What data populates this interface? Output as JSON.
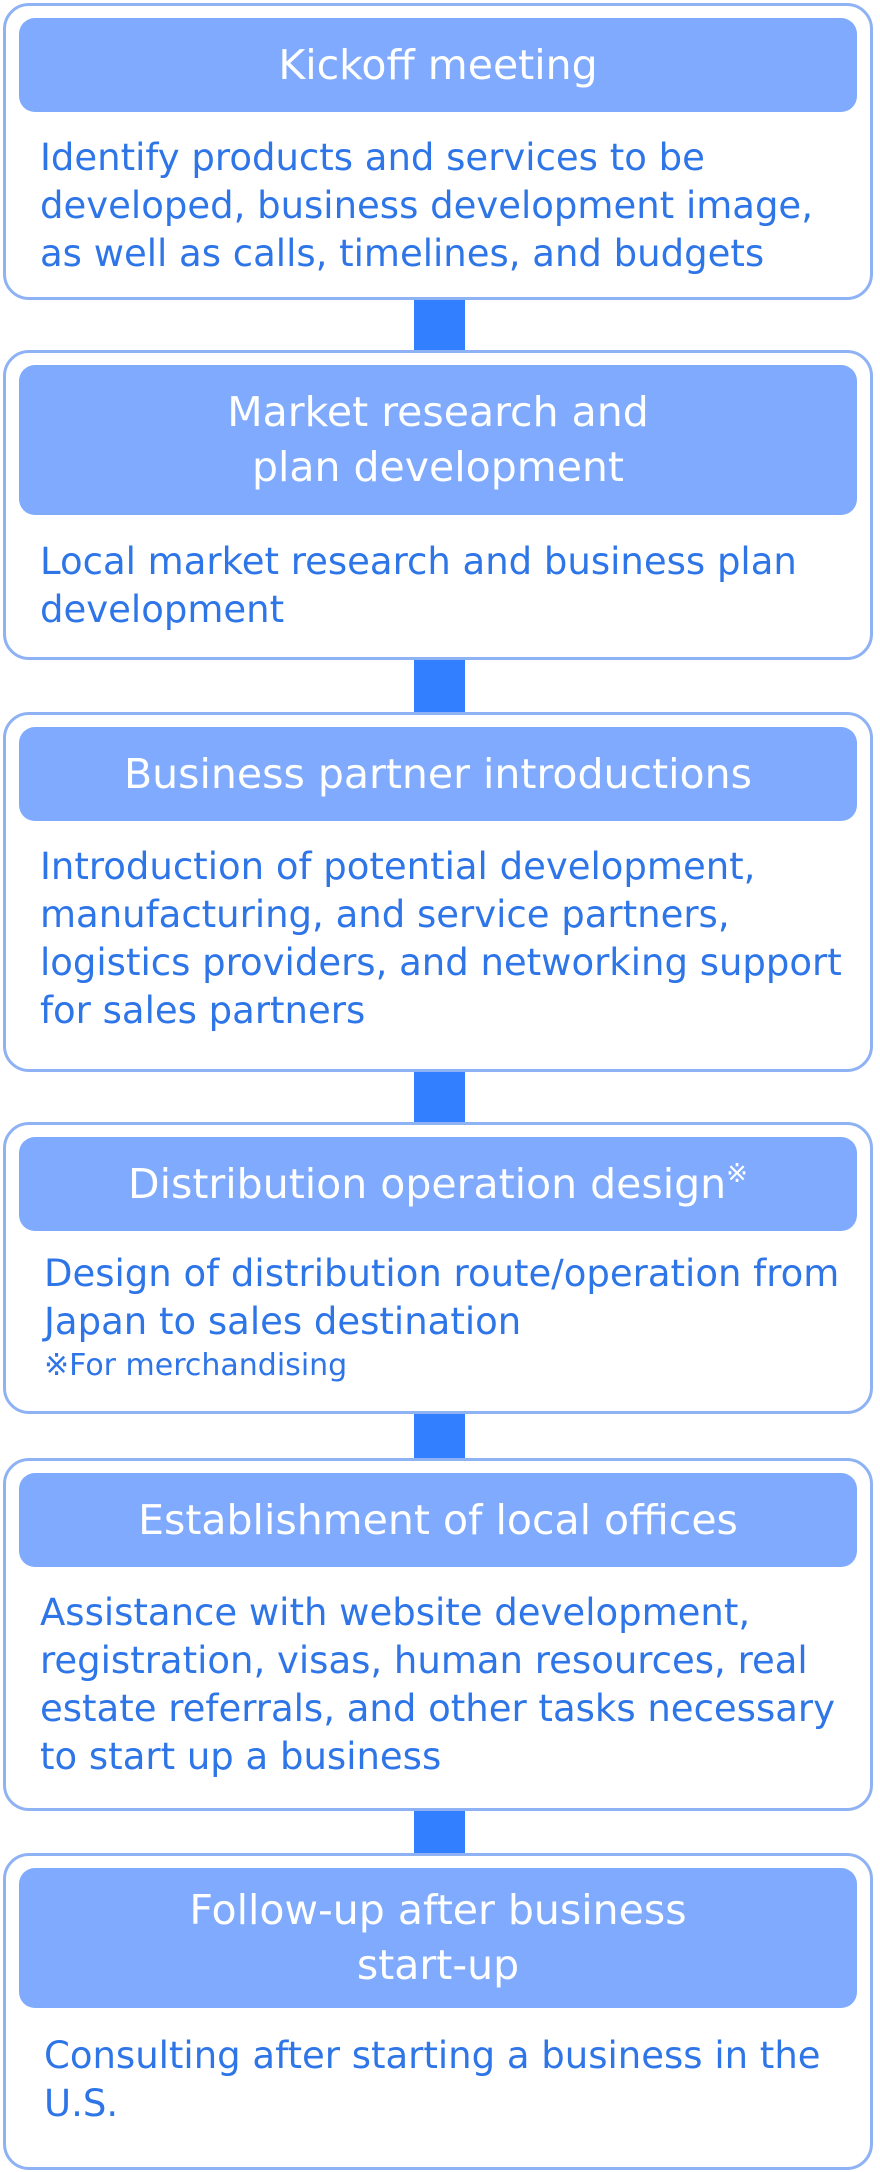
{
  "colors": {
    "header_fill": "#7faafd",
    "header_text": "#ffffff",
    "body_text": "#2e75e8",
    "card_border": "#8fb2f5",
    "connector": "#3280ff"
  },
  "steps": [
    {
      "title": "Kickoff meeting",
      "description": "Identify products and services to be developed, business development image, as well as calls, timelines, and budgets"
    },
    {
      "title": "Market research and\nplan development",
      "description": "Local market research and business plan development"
    },
    {
      "title": "Business partner introductions",
      "description": "Introduction of potential development, manufacturing, and service partners, logistics providers, and networking support for sales partners"
    },
    {
      "title": "Distribution operation design",
      "title_mark": "※",
      "description": "Design of distribution route/operation from Japan to sales destination",
      "note": "※For merchandising"
    },
    {
      "title": "Establishment of local offices",
      "description": "Assistance with website development, registration, visas, human resources, real estate referrals, and other tasks necessary to start up a business"
    },
    {
      "title": "Follow-up after business\nstart-up",
      "description": "Consulting after starting a business in the U.S."
    }
  ]
}
